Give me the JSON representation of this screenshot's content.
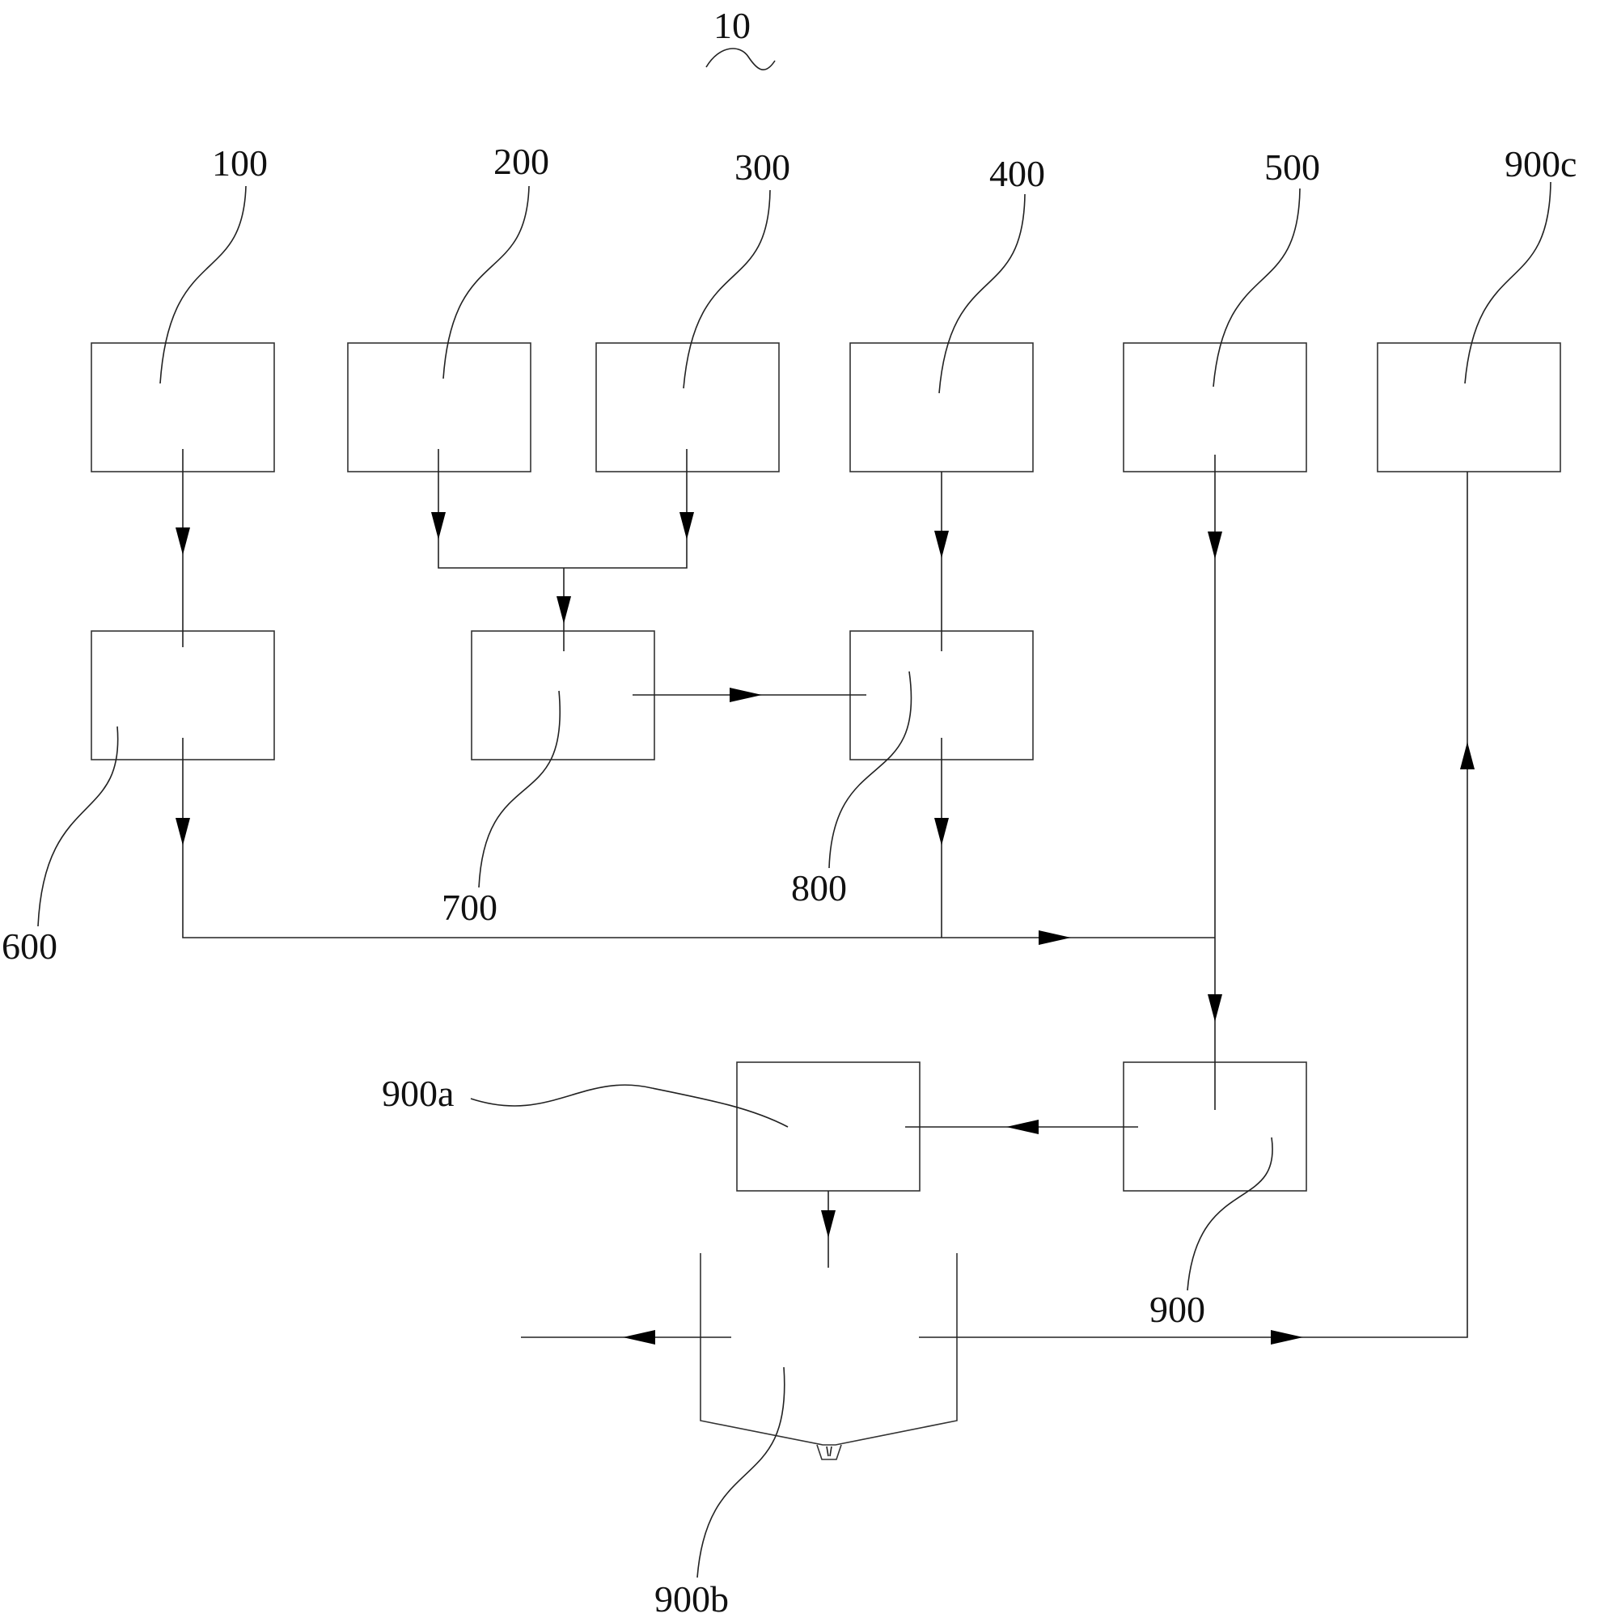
{
  "figure": {
    "ref": "10",
    "labels": {
      "b100": "100",
      "b200": "200",
      "b300": "300",
      "b400": "400",
      "b500": "500",
      "b900c": "900c",
      "b600": "600",
      "b700": "700",
      "b800": "800",
      "b900": "900",
      "b900a": "900a",
      "b900b": "900b"
    }
  }
}
